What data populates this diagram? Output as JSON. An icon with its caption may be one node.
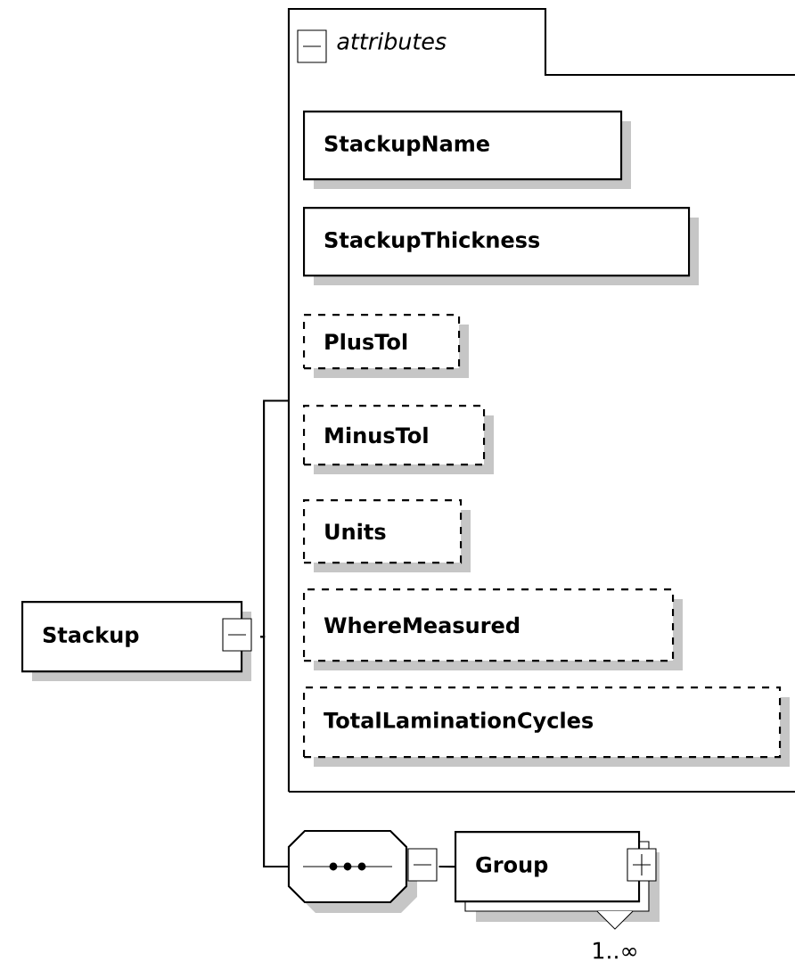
{
  "diagram": {
    "nodes": [
      {
        "text": [
          "Stackup"
        ]
      },
      {
        "text": [
          "attributes"
        ]
      },
      {
        "text": [
          "StackupName"
        ],
        "in": 1
      },
      {
        "text": [
          "StackupThickness"
        ],
        "in": 1
      },
      {
        "text": [
          "PlusTol"
        ],
        "in": 1
      },
      {
        "text": [
          "MinusTol"
        ],
        "in": 1
      },
      {
        "text": [
          "Units"
        ],
        "in": 1
      },
      {
        "text": [
          "WhereMeasured"
        ],
        "in": 1
      },
      {
        "text": [
          "TotalLaminationCycles"
        ],
        "in": 1
      },
      {
        "text": [],
        "shape": "octagon"
      },
      {
        "text": [
          "Group"
        ],
        "beside": [
          "1..∞"
        ]
      }
    ],
    "edges": [
      {
        "from": 0,
        "to": 1,
        "arrow": "none"
      },
      {
        "from": 0,
        "to": 9,
        "arrow": "none"
      },
      {
        "from": 9,
        "to": 10,
        "arrow": "none"
      }
    ]
  }
}
